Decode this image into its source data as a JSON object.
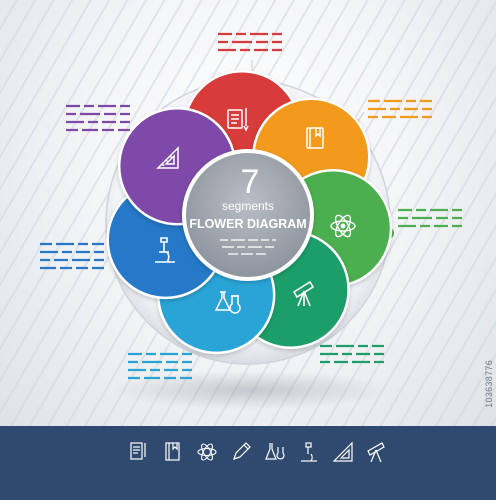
{
  "center": {
    "number": "7",
    "subtitle": "segments",
    "title": "FLOWER DIAGRAM"
  },
  "petals": [
    {
      "name": "documents",
      "color": "#d83b3b",
      "icon": "document-pen-icon"
    },
    {
      "name": "book",
      "color": "#f39a1d",
      "icon": "book-icon"
    },
    {
      "name": "atom",
      "color": "#4caf50",
      "icon": "atom-icon"
    },
    {
      "name": "telescope",
      "color": "#1f9e6b",
      "icon": "telescope-icon"
    },
    {
      "name": "flasks",
      "color": "#2aa4d6",
      "icon": "flasks-icon"
    },
    {
      "name": "microscope",
      "color": "#2878c8",
      "icon": "microscope-icon"
    },
    {
      "name": "ruler",
      "color": "#7e4aa8",
      "icon": "ruler-triangle-icon"
    }
  ],
  "label_colors": {
    "top": "#d83b3b",
    "top_right": "#f39a1d",
    "right": "#4caf50",
    "bottom_right": "#1f9e6b",
    "bottom_left": "#2aa4d6",
    "left": "#2878c8",
    "top_left": "#7e4aa8"
  },
  "bottom_icons": [
    "document-pen-icon",
    "book-icon",
    "atom-icon",
    "pencil-icon",
    "flasks-icon",
    "microscope-icon",
    "ruler-triangle-icon",
    "telescope-icon"
  ],
  "watermark": "103638776"
}
